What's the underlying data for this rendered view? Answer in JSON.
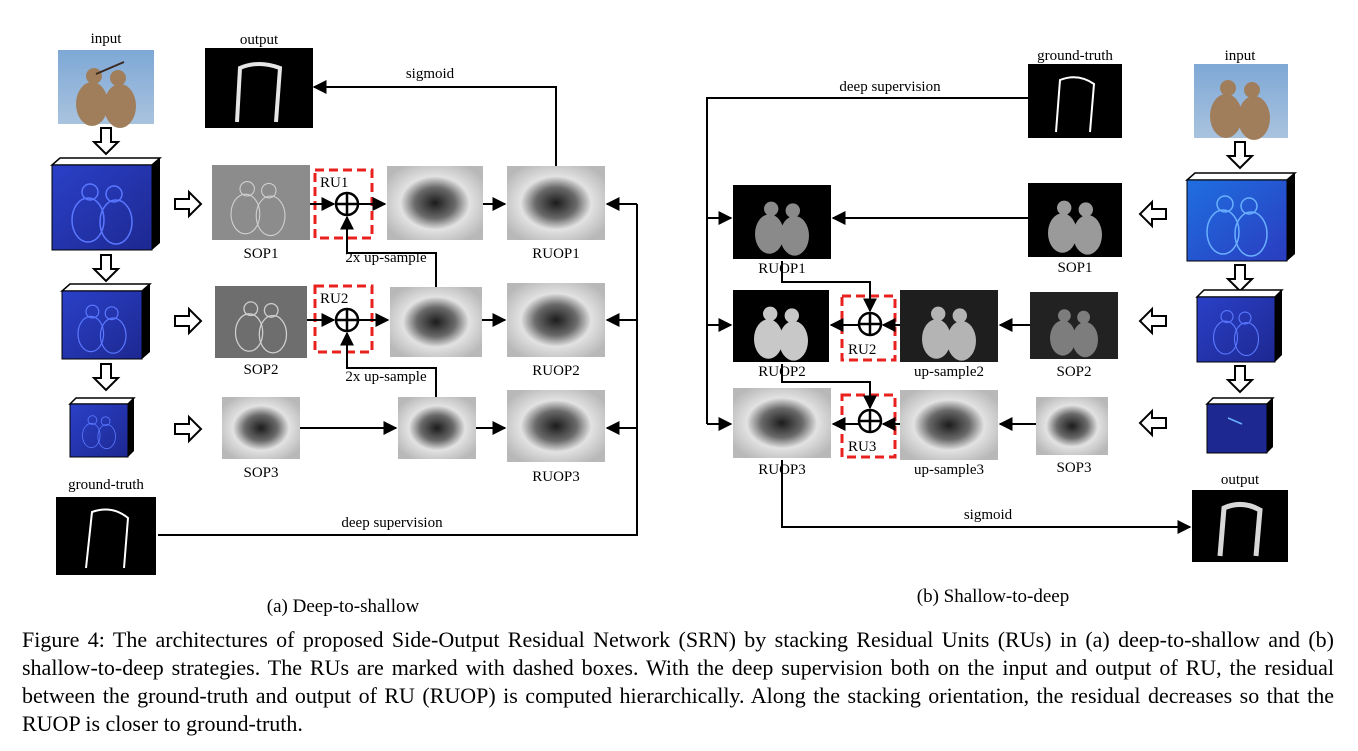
{
  "panel_a": {
    "title": "(a) Deep-to-shallow",
    "input_label": "input",
    "output_label": "output",
    "ground_truth_label": "ground-truth",
    "sigmoid_label": "sigmoid",
    "deep_supervision_label": "deep supervision",
    "sop1": "SOP1",
    "sop2": "SOP2",
    "sop3": "SOP3",
    "ru1": "RU1",
    "ru2": "RU2",
    "upsample1": "2x up-sample",
    "upsample2": "2x up-sample",
    "ruop1": "RUOP1",
    "ruop2": "RUOP2",
    "ruop3": "RUOP3"
  },
  "panel_b": {
    "title": "(b) Shallow-to-deep",
    "input_label": "input",
    "output_label": "output",
    "ground_truth_label": "ground-truth",
    "sigmoid_label": "sigmoid",
    "deep_supervision_label": "deep supervision",
    "sop1": "SOP1",
    "sop2": "SOP2",
    "sop3": "SOP3",
    "ru2": "RU2",
    "ru3": "RU3",
    "upsample2": "up-sample2",
    "upsample3": "up-sample3",
    "ruop1": "RUOP1",
    "ruop2": "RUOP2",
    "ruop3": "RUOP3"
  },
  "caption": "Figure 4: The architectures of proposed Side-Output Residual Network (SRN) by stacking Residual Units (RUs) in (a) deep-to-shallow and (b) shallow-to-deep strategies. The RUs are marked with dashed boxes. With the deep supervision both on the input and output of RU, the residual between the ground-truth and output of RU (RUOP) is computed hierarchically. Along the stacking orientation, the residual decreases so that the RUOP is closer to ground-truth.",
  "colors": {
    "ru_box": "#e8201e",
    "feature_blue": "#2430a8",
    "sky": "#7fa9d6"
  }
}
